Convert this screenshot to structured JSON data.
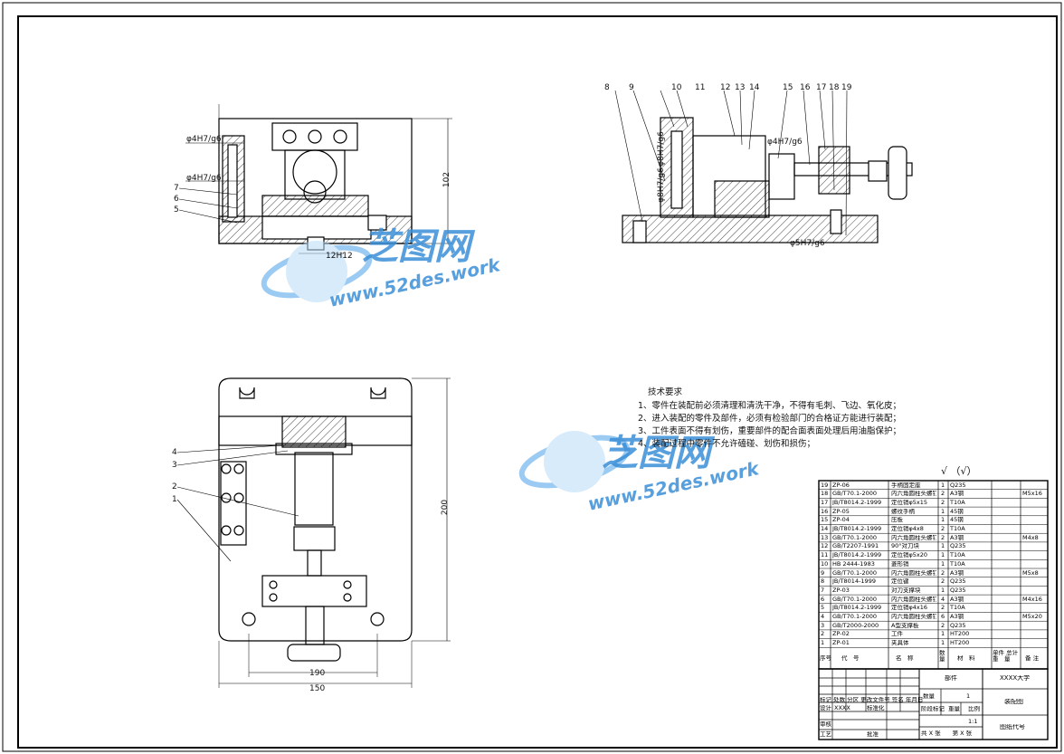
{
  "watermark": {
    "brand": "芝图网",
    "url": "www.52des.work"
  },
  "tech_requirements": {
    "title": "技术要求",
    "items": [
      "1、零件在装配前必须清理和清洗干净，不得有毛刺、飞边、氧化皮；",
      "2、进入装配的零件及部件，必须有检验部门的合格证方能进行装配；",
      "3、工件表面不得有划伤，重要部件的配合面表面处理后用油脂保护；",
      "4、装配过程中零件不允许磕碰、划伤和损伤；"
    ]
  },
  "roughness": "√ （√）",
  "views": {
    "front": {
      "fit1": "φ4H7/g6",
      "fit2": "φ4H7/g6",
      "fit3": "12H12",
      "height": "102",
      "balloons": [
        "7",
        "6",
        "5"
      ]
    },
    "side": {
      "fit1": "φ4H7/g6",
      "fit2": "φ8H7/g6",
      "fit3": "φ8H7/g6",
      "fit4": "φ5H7/g6",
      "balloons": [
        "8",
        "9",
        "10",
        "11",
        "12",
        "13",
        "14",
        "15",
        "16",
        "17",
        "18",
        "19"
      ]
    },
    "top": {
      "width_inner": "190",
      "width_outer": "150",
      "height": "200",
      "balloons": [
        "4",
        "3",
        "2",
        "1"
      ]
    }
  },
  "bom": {
    "rows": [
      {
        "no": "19",
        "code": "ZP-06",
        "name": "手柄固定座",
        "qty": "1",
        "mat": "Q235",
        "note": ""
      },
      {
        "no": "18",
        "code": "GB/T70.1-2000",
        "name": "内六角圆柱头螺钉",
        "qty": "2",
        "mat": "A3钢",
        "note": "M5x16"
      },
      {
        "no": "17",
        "code": "JB/T8014.2-1999",
        "name": "定位销φ5x15",
        "qty": "2",
        "mat": "T10A",
        "note": ""
      },
      {
        "no": "16",
        "code": "ZP-05",
        "name": "螺纹手柄",
        "qty": "1",
        "mat": "45钢",
        "note": ""
      },
      {
        "no": "15",
        "code": "ZP-04",
        "name": "压板",
        "qty": "1",
        "mat": "45钢",
        "note": ""
      },
      {
        "no": "14",
        "code": "JB/T8014.2-1999",
        "name": "定位销φ4x8",
        "qty": "2",
        "mat": "T10A",
        "note": ""
      },
      {
        "no": "13",
        "code": "GB/T70.1-2000",
        "name": "内六角圆柱头螺钉",
        "qty": "2",
        "mat": "A3钢",
        "note": "M4x8"
      },
      {
        "no": "12",
        "code": "GB/T2207-1991",
        "name": "90°对刀块",
        "qty": "1",
        "mat": "Q235",
        "note": ""
      },
      {
        "no": "11",
        "code": "JB/T8014.2-1999",
        "name": "定位销φ5x20",
        "qty": "1",
        "mat": "T10A",
        "note": ""
      },
      {
        "no": "10",
        "code": "HB 2444-1983",
        "name": "菱形销",
        "qty": "1",
        "mat": "T10A",
        "note": ""
      },
      {
        "no": "9",
        "code": "GB/T70.1-2000",
        "name": "内六角圆柱头螺钉",
        "qty": "2",
        "mat": "A3钢",
        "note": "M5x8"
      },
      {
        "no": "8",
        "code": "JB/T8014-1999",
        "name": "定位键",
        "qty": "2",
        "mat": "Q235",
        "note": ""
      },
      {
        "no": "7",
        "code": "ZP-03",
        "name": "对刀支撑块",
        "qty": "1",
        "mat": "Q235",
        "note": ""
      },
      {
        "no": "6",
        "code": "GB/T70.1-2000",
        "name": "内六角圆柱头螺钉",
        "qty": "4",
        "mat": "A3钢",
        "note": "M4x16"
      },
      {
        "no": "5",
        "code": "JB/T8014.2-1999",
        "name": "定位销φ4x16",
        "qty": "2",
        "mat": "T10A",
        "note": ""
      },
      {
        "no": "4",
        "code": "GB/T70.1-2000",
        "name": "内六角圆柱头螺钉",
        "qty": "6",
        "mat": "A3钢",
        "note": "M5x20"
      },
      {
        "no": "3",
        "code": "GB/T2000-2000",
        "name": "A型支撑板",
        "qty": "2",
        "mat": "Q235",
        "note": ""
      },
      {
        "no": "2",
        "code": "ZP-02",
        "name": "工件",
        "qty": "1",
        "mat": "HT200",
        "note": ""
      },
      {
        "no": "1",
        "code": "ZP-01",
        "name": "夹具体",
        "qty": "1",
        "mat": "HT200",
        "note": ""
      }
    ],
    "header": {
      "no": "序号",
      "code": "代　号",
      "name": "名　称",
      "qty": "数量",
      "mat": "材　料",
      "weight": "单件 总计 重　量",
      "note": "备 注"
    }
  },
  "title_block": {
    "school": "XXXX大学",
    "part": "部件",
    "drawing": "装配图",
    "qty_label": "数量",
    "qty": "1",
    "stage_label": "阶段标记",
    "weight_label": "重量",
    "scale_label": "比例",
    "scale": "1:1",
    "code_label": "图纸代号",
    "sheets": "共 X 张　　第 X 张",
    "designer_label": "设计",
    "designer": "XXXX",
    "stdize": "标准化",
    "review": "审核",
    "process": "工艺",
    "approve": "批准",
    "sign_cols": "标记 处数 分区 更改文件号 签名 年月日",
    "date_label": "年月日"
  }
}
